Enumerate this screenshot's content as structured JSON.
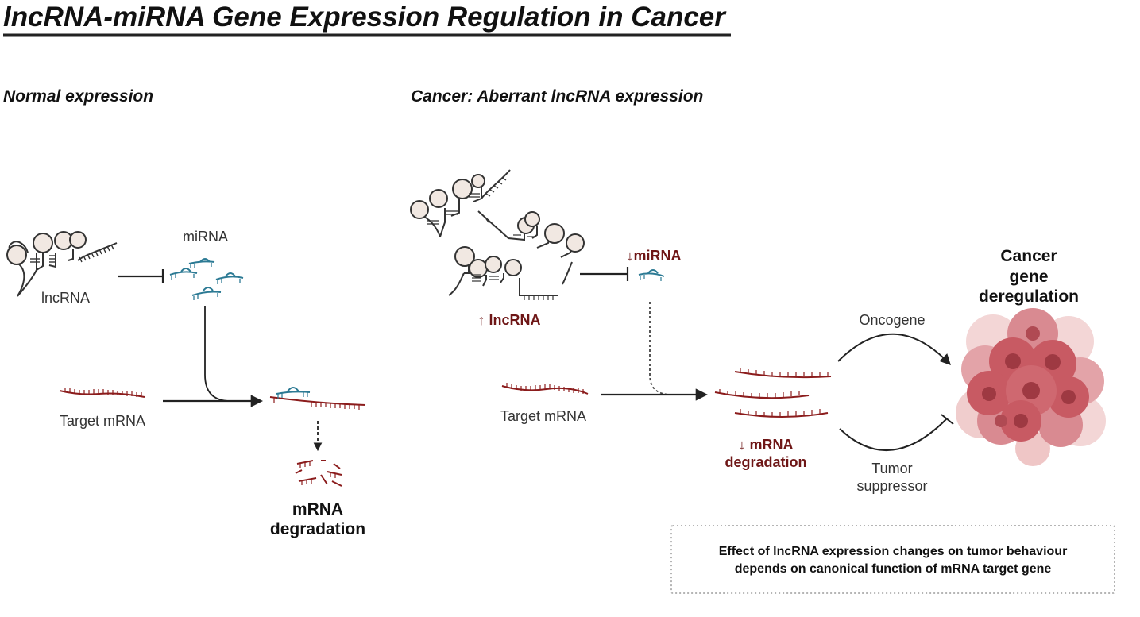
{
  "title": "lncRNA-miRNA Gene Expression Regulation in Cancer",
  "normal": {
    "heading": "Normal expression",
    "lncrna_label": "lncRNA",
    "mirna_label": "miRNA",
    "target_label": "Target mRNA",
    "degradation_line1": "mRNA",
    "degradation_line2": "degradation"
  },
  "cancer": {
    "heading": "Cancer: Aberrant lncRNA expression",
    "lncrna_label": "↑ lncRNA",
    "mirna_label": "↓miRNA",
    "target_label": "Target mRNA",
    "degradation_line1": "↓ mRNA",
    "degradation_line2": "degradation",
    "oncogene_label": "Oncogene",
    "suppressor_line1": "Tumor",
    "suppressor_line2": "suppressor",
    "result_line1": "Cancer",
    "result_line2": "gene",
    "result_line3": "deregulation"
  },
  "note": {
    "line1": "Effect of lncRNA expression changes on tumor behaviour",
    "line2": "depends on canonical function of mRNA target gene"
  },
  "colors": {
    "mrna": "#8b1c1c",
    "mirna": "#2c7a94",
    "accent_text": "#6e1616",
    "cell_fill": "#c85a63",
    "loop_fill": "#f1e8e2"
  }
}
